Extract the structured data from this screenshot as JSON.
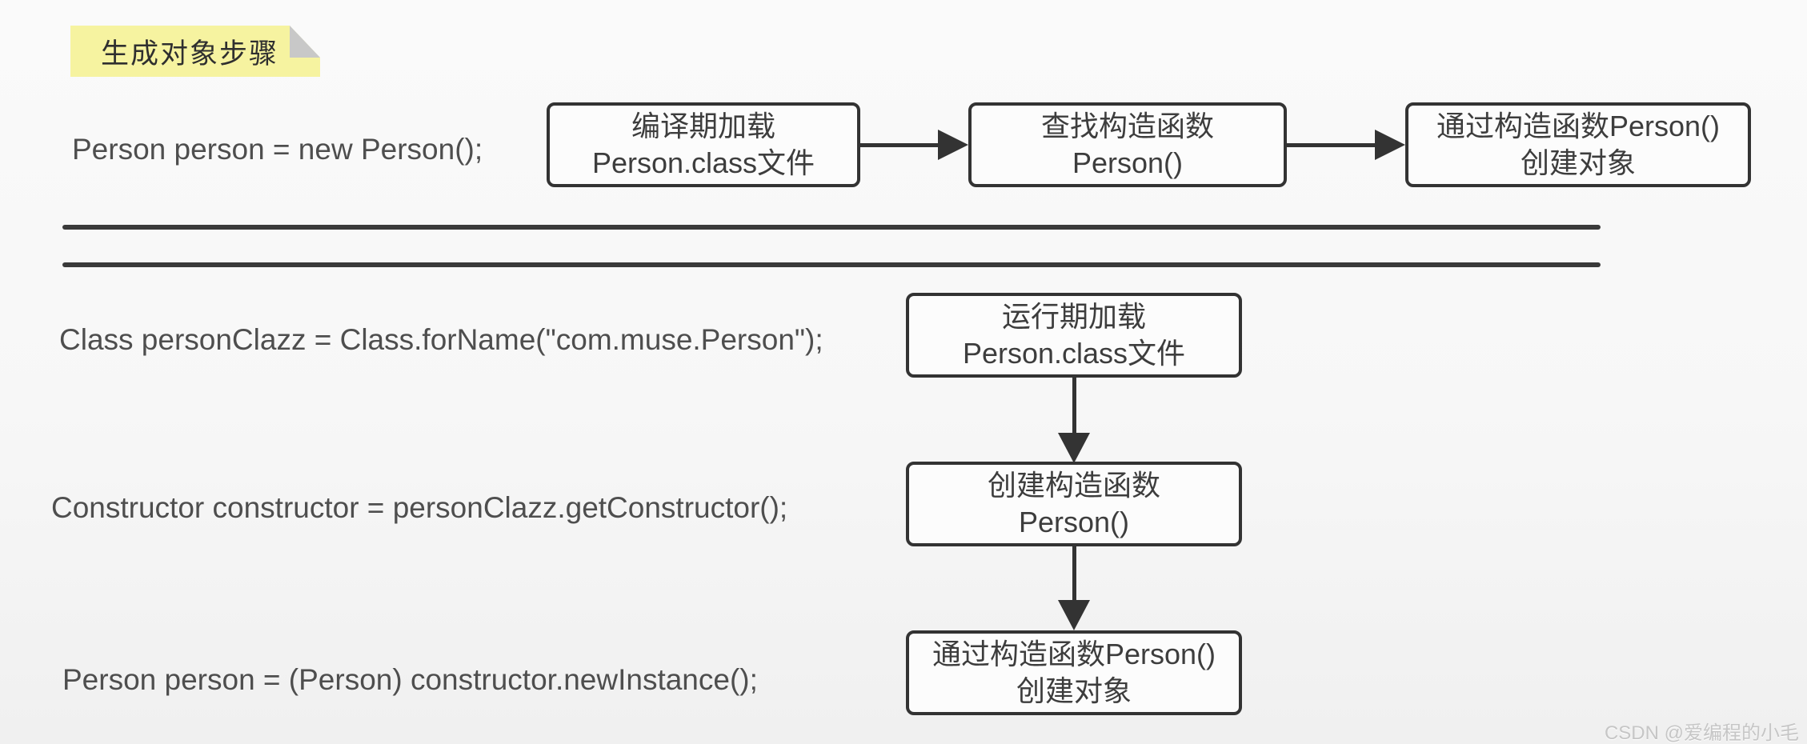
{
  "note": {
    "title": "生成对象步骤"
  },
  "flow_top": {
    "code": "Person person = new Person();",
    "boxes": [
      {
        "line1": "编译期加载",
        "line2": "Person.class文件"
      },
      {
        "line1": "查找构造函数",
        "line2": "Person()"
      },
      {
        "line1": "通过构造函数Person()",
        "line2": "创建对象"
      }
    ]
  },
  "flow_bottom": {
    "rows": [
      {
        "code": "Class personClazz = Class.forName(\"com.muse.Person\");",
        "line1": "运行期加载",
        "line2": "Person.class文件"
      },
      {
        "code": "Constructor constructor = personClazz.getConstructor();",
        "line1": "创建构造函数",
        "line2": "Person()"
      },
      {
        "code": "Person person = (Person) constructor.newInstance();",
        "line1": "通过构造函数Person()",
        "line2": "创建对象"
      }
    ]
  },
  "watermark": "CSDN @爱编程的小毛",
  "colors": {
    "background": "#f7f7f7",
    "note_bg": "#f6f3a0",
    "note_fold": "#c8c8c8",
    "stroke": "#333333",
    "box_bg": "#fcfcfc",
    "code_text": "#4e4e4e",
    "box_text": "#3d3d3d",
    "watermark_text": "#c6c6c6"
  }
}
